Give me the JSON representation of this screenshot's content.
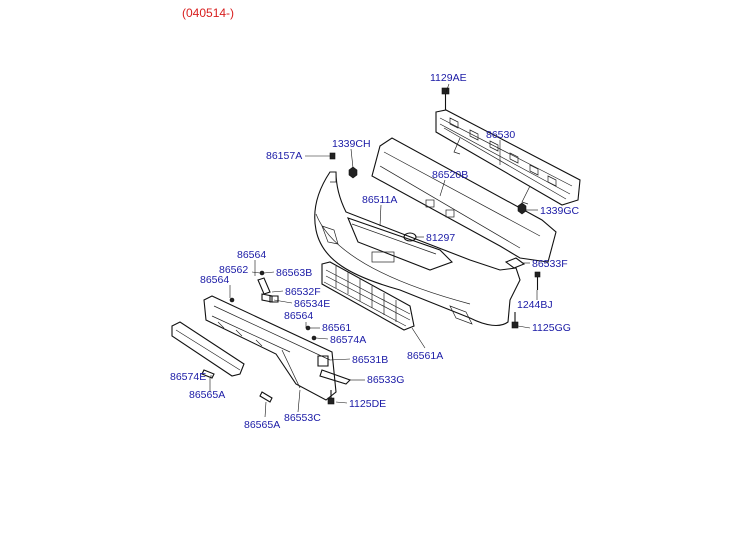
{
  "header": {
    "date_code": "(040514-)"
  },
  "parts": {
    "p1129AE": "1129AE",
    "p86530": "86530",
    "p1339CH": "1339CH",
    "p86157A": "86157A",
    "p86520B": "86520B",
    "p86511A": "86511A",
    "p1339GC": "1339GC",
    "p81297": "81297",
    "p86533F": "86533F",
    "p86564a": "86564",
    "p86562": "86562",
    "p86563B": "86563B",
    "p86564b": "86564",
    "p86532F": "86532F",
    "p86534E": "86534E",
    "p1244BJ": "1244BJ",
    "p86564c": "86564",
    "p1125GG": "1125GG",
    "p86561": "86561",
    "p86574A": "86574A",
    "p86561A": "86561A",
    "p86531B": "86531B",
    "p86574E": "86574E",
    "p86533G": "86533G",
    "p86565A_a": "86565A",
    "p1125DE": "1125DE",
    "p86565A_b": "86565A",
    "p86553C": "86553C"
  }
}
